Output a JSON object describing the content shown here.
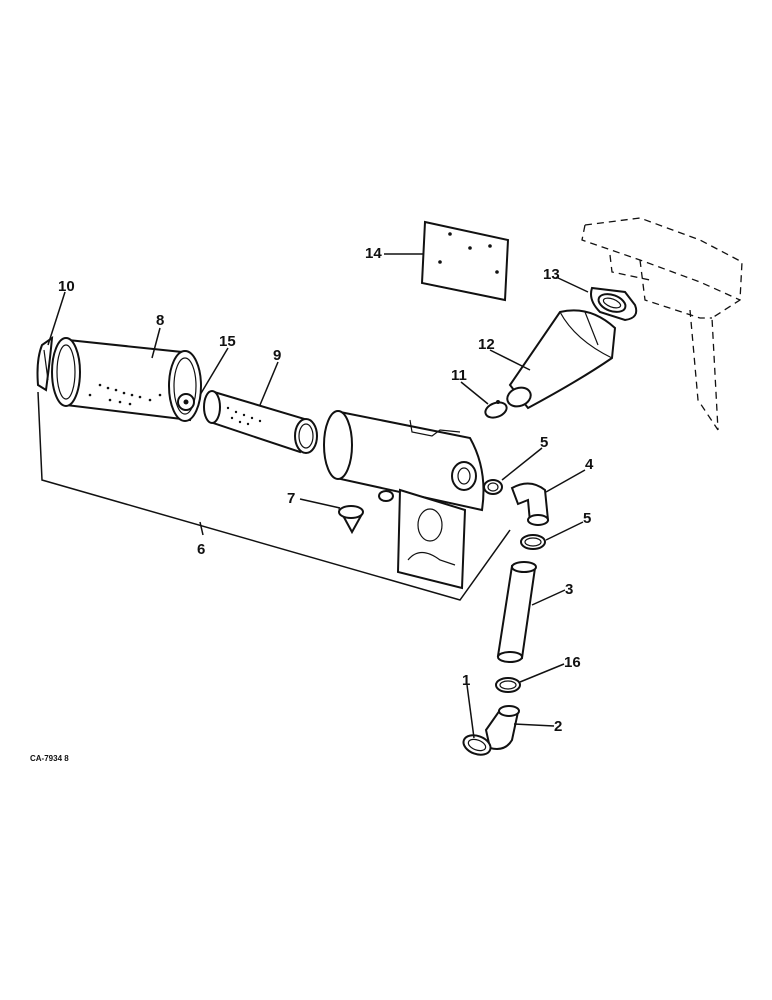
{
  "diagram": {
    "reference_code": "CA-7934 8",
    "callouts": {
      "c1": "1",
      "c2": "2",
      "c3": "3",
      "c4": "4",
      "c5a": "5",
      "c5b": "5",
      "c6": "6",
      "c7": "7",
      "c8": "8",
      "c9": "9",
      "c10": "10",
      "c11": "11",
      "c12": "12",
      "c13": "13",
      "c14": "14",
      "c15": "15",
      "c16": "16"
    }
  }
}
